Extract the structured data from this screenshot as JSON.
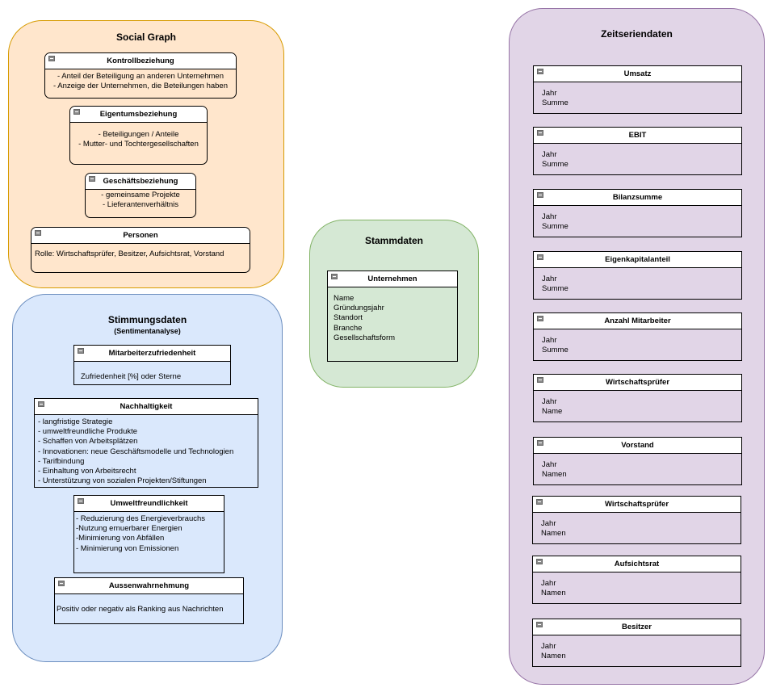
{
  "groups": [
    {
      "id": "social-graph",
      "title": "Social Graph",
      "fill": "#ffe6cc",
      "stroke": "#d79b00",
      "boxes": [
        {
          "title": "Kontrollbeziehung",
          "lines": [
            "- Anteil der Beteiligung an anderen Unternehmen",
            "- Anzeige der Unternehmen, die Beteilungen haben"
          ]
        },
        {
          "title": "Eigentumsbeziehung",
          "lines": [
            "- Beteiligungen / Anteile",
            "- Mutter- und Tochtergesellschaften"
          ]
        },
        {
          "title": "Geschäftsbeziehung",
          "lines": [
            "- gemeinsame Projekte",
            "- Lieferantenverhältnis"
          ]
        },
        {
          "title": "Personen",
          "lines": [
            "Rolle: Wirtschaftsprüfer, Besitzer, Aufsichtsrat, Vorstand"
          ]
        }
      ]
    },
    {
      "id": "stimmungsdaten",
      "title": "Stimmungsdaten",
      "subtitle": "(Sentimentanalyse)",
      "fill": "#dae8fc",
      "stroke": "#6c8ebf",
      "boxes": [
        {
          "title": "Mitarbeiterzufriedenheit",
          "lines": [
            "Zufriedenheit [%] oder Sterne"
          ]
        },
        {
          "title": "Nachhaltigkeit",
          "lines": [
            "- langfristige Strategie",
            "- umweltfreundliche Produkte",
            "- Schaffen von Arbeitsplätzen",
            "- Innovationen: neue Geschäftsmodelle und Technologien",
            "- Tarifbindung",
            "- Einhaltung von Arbeitsrecht",
            "- Unterstützung von sozialen Projekten/Stiftungen"
          ]
        },
        {
          "title": "Umweltfreundlichkeit",
          "lines": [
            "- Reduzierung des Energieverbrauchs",
            "-Nutzung ernuerbarer Energien",
            "-Minimierung von Abfällen",
            "- Minimierung von Emissionen"
          ]
        },
        {
          "title": "Aussenwahrnehmung",
          "lines": [
            "Positiv oder negativ als Ranking aus Nachrichten"
          ]
        }
      ]
    },
    {
      "id": "stammdaten",
      "title": "Stammdaten",
      "fill": "#d5e8d4",
      "stroke": "#82b366",
      "boxes": [
        {
          "title": "Unternehmen",
          "lines": [
            "Name",
            "Gründungsjahr",
            "Standort",
            "Branche",
            "Gesellschaftsform"
          ]
        }
      ]
    },
    {
      "id": "zeitseriendaten",
      "title": "Zeitseriendaten",
      "fill": "#e1d5e7",
      "stroke": "#9673a6",
      "boxes": [
        {
          "title": "Umsatz",
          "lines": [
            "Jahr",
            "Summe"
          ]
        },
        {
          "title": "EBIT",
          "lines": [
            "Jahr",
            "Summe"
          ]
        },
        {
          "title": "Bilanzsumme",
          "lines": [
            "Jahr",
            "Summe"
          ]
        },
        {
          "title": "Eigenkapitalanteil",
          "lines": [
            "Jahr",
            "Summe"
          ]
        },
        {
          "title": "Anzahl Mitarbeiter",
          "lines": [
            "Jahr",
            "Summe"
          ]
        },
        {
          "title": "Wirtschaftsprüfer",
          "lines": [
            "Jahr",
            "Name"
          ]
        },
        {
          "title": "Vorstand",
          "lines": [
            "Jahr",
            "Namen"
          ]
        },
        {
          "title": "Wirtschaftsprüfer",
          "lines": [
            "Jahr",
            "Namen"
          ]
        },
        {
          "title": "Aufsichtsrat",
          "lines": [
            "Jahr",
            "Namen"
          ]
        },
        {
          "title": "Besitzer",
          "lines": [
            "Jahr",
            "Namen"
          ]
        }
      ]
    }
  ]
}
